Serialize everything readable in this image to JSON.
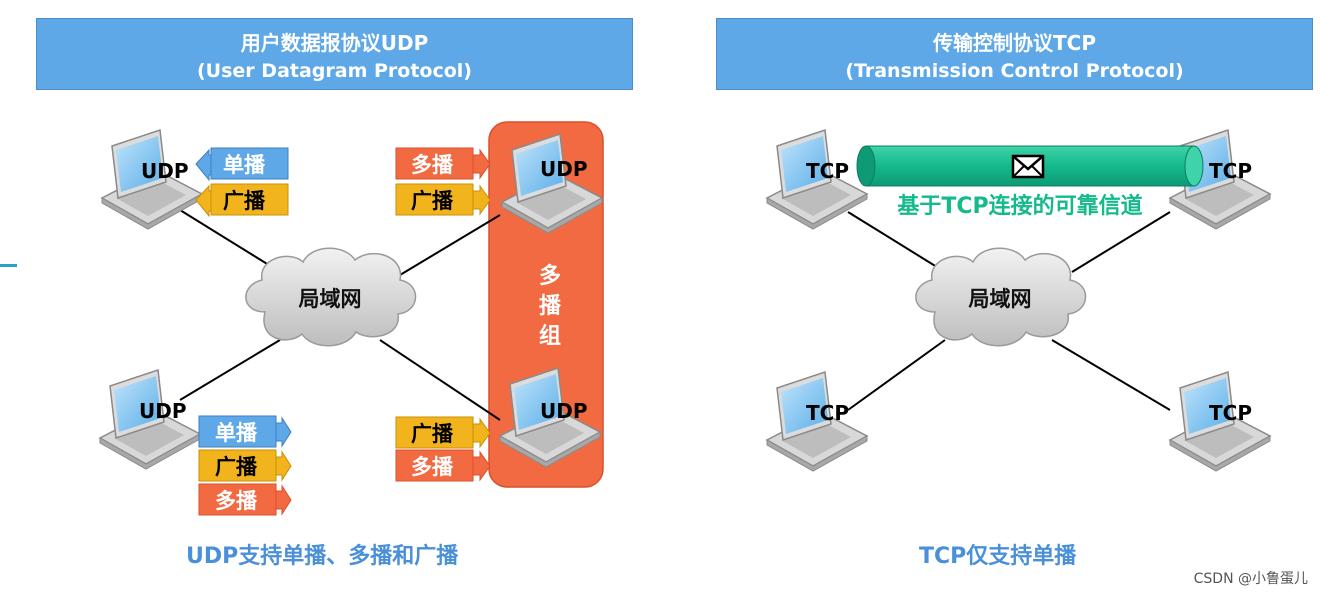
{
  "udp_panel": {
    "title_line1": "用户数据报协议UDP",
    "title_line2": "(User Datagram Protocol)",
    "caption": "UDP支持单播、多播和广播",
    "lan_label": "局域网",
    "multicast_group_label": [
      "多",
      "播",
      "组"
    ],
    "laptop_label": "UDP",
    "tags": {
      "unicast": "单播",
      "broadcast": "广播",
      "multicast": "多播"
    }
  },
  "tcp_panel": {
    "title_line1": "传输控制协议TCP",
    "title_line2": "(Transmission Control Protocol)",
    "caption": "TCP仅支持单播",
    "lan_label": "局域网",
    "laptop_label": "TCP",
    "channel_label": "基于TCP连接的可靠信道",
    "channel_icon": "envelope-icon"
  },
  "watermark": "CSDN @小鲁蛋儿",
  "colors": {
    "title_bg": "#5ea8e8",
    "unicast": "#5ea8e8",
    "broadcast": "#f2b41c",
    "multicast": "#f26a42",
    "group": "#f26a42",
    "channel": "#14b98c",
    "caption": "#4a90d9"
  }
}
